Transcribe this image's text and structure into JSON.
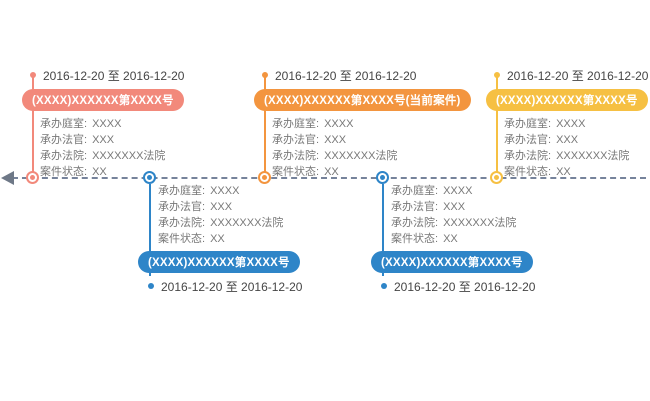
{
  "timeline": {
    "axis": "horizontal-dashed",
    "arrow_direction": "left",
    "line_color": "#76839B",
    "arrow_color": "#6E7887"
  },
  "colors": {
    "salmon": "#F2897B",
    "orange": "#F3953F",
    "yellow": "#F6C043",
    "blue": "#2E85C8",
    "date_text": "#454545",
    "field_text": "#787878"
  },
  "cards": [
    {
      "position": "top",
      "accent": "#F2897B",
      "date_range": "2016-12-20 至 2016-12-20",
      "case_number": "(XXXX)XXXXXX第XXXX号",
      "fields": [
        {
          "label": "承办庭室:",
          "value": "XXXX"
        },
        {
          "label": "承办法官:",
          "value": "XXX"
        },
        {
          "label": "承办法院:",
          "value": "XXXXXXX法院"
        },
        {
          "label": "案件状态:",
          "value": "XX"
        }
      ]
    },
    {
      "position": "bottom",
      "accent": "#2E85C8",
      "date_range": "2016-12-20 至 2016-12-20",
      "case_number": "(XXXX)XXXXXX第XXXX号",
      "fields": [
        {
          "label": "承办庭室:",
          "value": "XXXX"
        },
        {
          "label": "承办法官:",
          "value": "XXX"
        },
        {
          "label": "承办法院:",
          "value": "XXXXXXX法院"
        },
        {
          "label": "案件状态:",
          "value": "XX"
        }
      ]
    },
    {
      "position": "top",
      "accent": "#F3953F",
      "date_range": "2016-12-20 至 2016-12-20",
      "case_number": "(XXXX)XXXXXX第XXXX号(当前案件)",
      "fields": [
        {
          "label": "承办庭室:",
          "value": "XXXX"
        },
        {
          "label": "承办法官:",
          "value": "XXX"
        },
        {
          "label": "承办法院:",
          "value": "XXXXXXX法院"
        },
        {
          "label": "案件状态:",
          "value": "XX"
        }
      ]
    },
    {
      "position": "bottom",
      "accent": "#2E85C8",
      "date_range": "2016-12-20 至 2016-12-20",
      "case_number": "(XXXX)XXXXXX第XXXX号",
      "fields": [
        {
          "label": "承办庭室:",
          "value": "XXXX"
        },
        {
          "label": "承办法官:",
          "value": "XXX"
        },
        {
          "label": "承办法院:",
          "value": "XXXXXXX法院"
        },
        {
          "label": "案件状态:",
          "value": "XX"
        }
      ]
    },
    {
      "position": "top",
      "accent": "#F6C043",
      "date_range": "2016-12-20 至 2016-12-20",
      "case_number": "(XXXX)XXXXXX第XXXX号",
      "fields": [
        {
          "label": "承办庭室:",
          "value": "XXXX"
        },
        {
          "label": "承办法官:",
          "value": "XXX"
        },
        {
          "label": "承办法院:",
          "value": "XXXXXXX法院"
        },
        {
          "label": "案件状态:",
          "value": "XX"
        }
      ]
    }
  ]
}
